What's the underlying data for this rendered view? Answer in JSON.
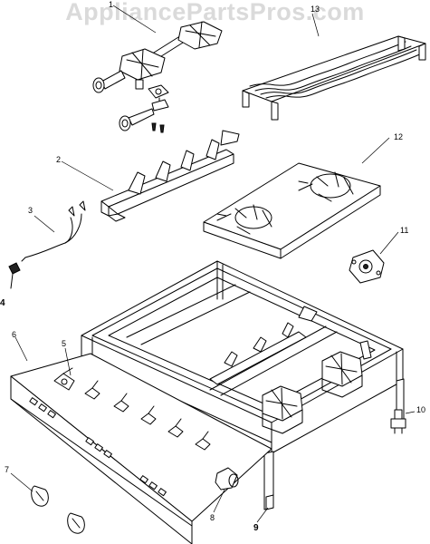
{
  "watermark": "AppliancePartsPros.com",
  "callouts": [
    {
      "id": "1",
      "bold": false
    },
    {
      "id": "2",
      "bold": false
    },
    {
      "id": "3",
      "bold": false
    },
    {
      "id": "4",
      "bold": true
    },
    {
      "id": "5",
      "bold": false
    },
    {
      "id": "6",
      "bold": false
    },
    {
      "id": "7",
      "bold": false
    },
    {
      "id": "8",
      "bold": false
    },
    {
      "id": "9",
      "bold": true
    },
    {
      "id": "10",
      "bold": false
    },
    {
      "id": "11",
      "bold": false
    },
    {
      "id": "12",
      "bold": false
    },
    {
      "id": "13",
      "bold": false
    }
  ]
}
